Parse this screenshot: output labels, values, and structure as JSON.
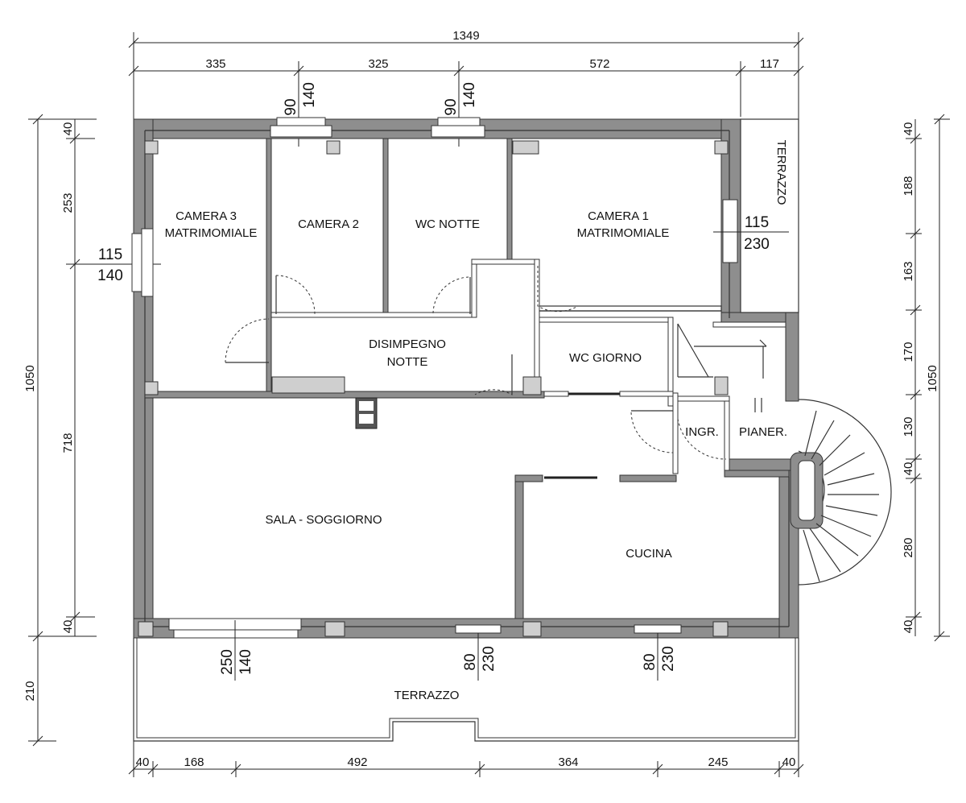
{
  "rooms": {
    "camera3_l1": "CAMERA 3",
    "camera3_l2": "MATRIMOMIALE",
    "camera2": "CAMERA 2",
    "wc_notte": "WC NOTTE",
    "camera1_l1": "CAMERA 1",
    "camera1_l2": "MATRIMOMIALE",
    "terrazzo_top": "TERRAZZO",
    "disimpegno_l1": "DISIMPEGNO",
    "disimpegno_l2": "NOTTE",
    "wc_giorno": "WC GIORNO",
    "ingr": "INGR.",
    "pianer": "PIANER.",
    "sala": "SALA - SOGGIORNO",
    "cucina": "CUCINA",
    "terrazzo_bottom": "TERRAZZO"
  },
  "dims_top": {
    "total": "1349",
    "seg1": "335",
    "seg2": "325",
    "seg3": "572",
    "seg4": "117"
  },
  "dims_bottom": {
    "seg1": "40",
    "seg2": "168",
    "seg3": "492",
    "seg4": "364",
    "seg5": "245",
    "seg6": "40"
  },
  "dims_left": {
    "total": "1050",
    "seg1": "40",
    "seg2": "253",
    "seg3": "718",
    "seg4": "40",
    "terrace": "210"
  },
  "dims_right": {
    "total": "1050",
    "seg1": "40",
    "seg2": "188",
    "seg3": "163",
    "seg4": "170",
    "seg5": "130",
    "seg6": "40",
    "seg7": "280",
    "seg8": "40"
  },
  "openings": {
    "cam2_w": "90",
    "cam2_h": "140",
    "wc_w": "90",
    "wc_h": "140",
    "cam3_w": "115",
    "cam3_h": "140",
    "cam1_w": "115",
    "cam1_h": "230",
    "sala_w": "250",
    "sala_h": "140",
    "sala2_w": "80",
    "sala2_h": "230",
    "cucina_w": "80",
    "cucina_h": "230"
  }
}
